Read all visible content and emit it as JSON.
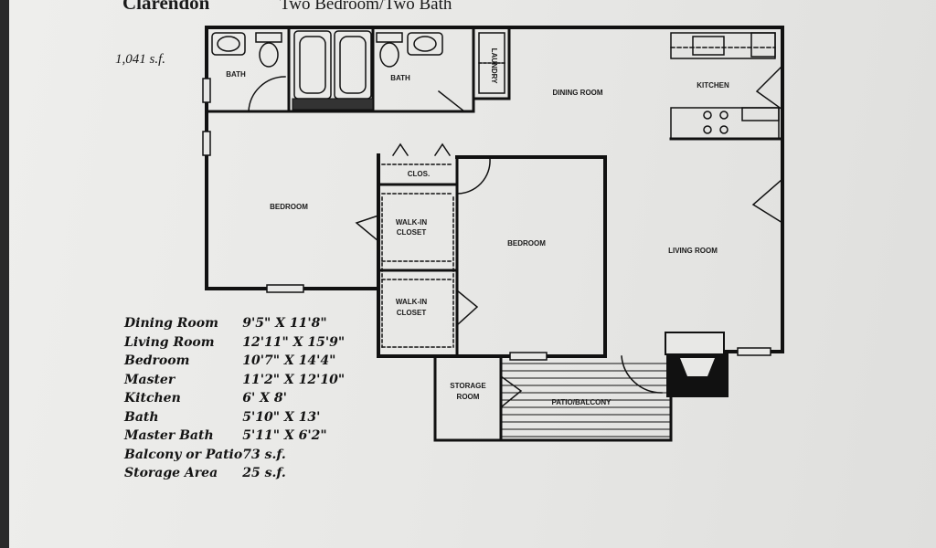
{
  "plan": {
    "name": "Clarendon",
    "type": "Two Bedr​oom/Two Bath",
    "total_area": "1,041 s.f."
  },
  "rooms": {
    "bath1": "BATH",
    "bath2": "BATH",
    "laundry": "LAUNDRY",
    "dining": "DINING ROOM",
    "kitchen": "KITCHEN",
    "bedroom1": "BEDROOM",
    "closet": "CLOS.",
    "walkin1_line1": "WALK-IN",
    "walkin1_line2": "CLOSET",
    "bedroom2": "BEDROOM",
    "living": "LIVING ROOM",
    "walkin2_line1": "WALK-IN",
    "walkin2_line2": "CLOSET",
    "storage_line1": "STORAGE",
    "storage_line2": "ROOM",
    "patio": "PATIO/BALCONY"
  },
  "dimensions": [
    {
      "name": "Dining Room",
      "value": "9'5\" X 11'8\""
    },
    {
      "name": "Living Room",
      "value": "12'11\" X 15'9\""
    },
    {
      "name": "Bedroom",
      "value": "10'7\" X 14'4\""
    },
    {
      "name": "Master",
      "value": "11'2\" X 12'10\""
    },
    {
      "name": "Kitchen",
      "value": "6'   X  8'"
    },
    {
      "name": "Bath",
      "value": "5'10\" X 13'"
    },
    {
      "name": "Master Bath",
      "value": "5'11\" X 6'2\""
    },
    {
      "name": "Balcony or Patio",
      "value": "73 s.f."
    },
    {
      "name": "Storage Area",
      "value": "25 s.f."
    }
  ]
}
